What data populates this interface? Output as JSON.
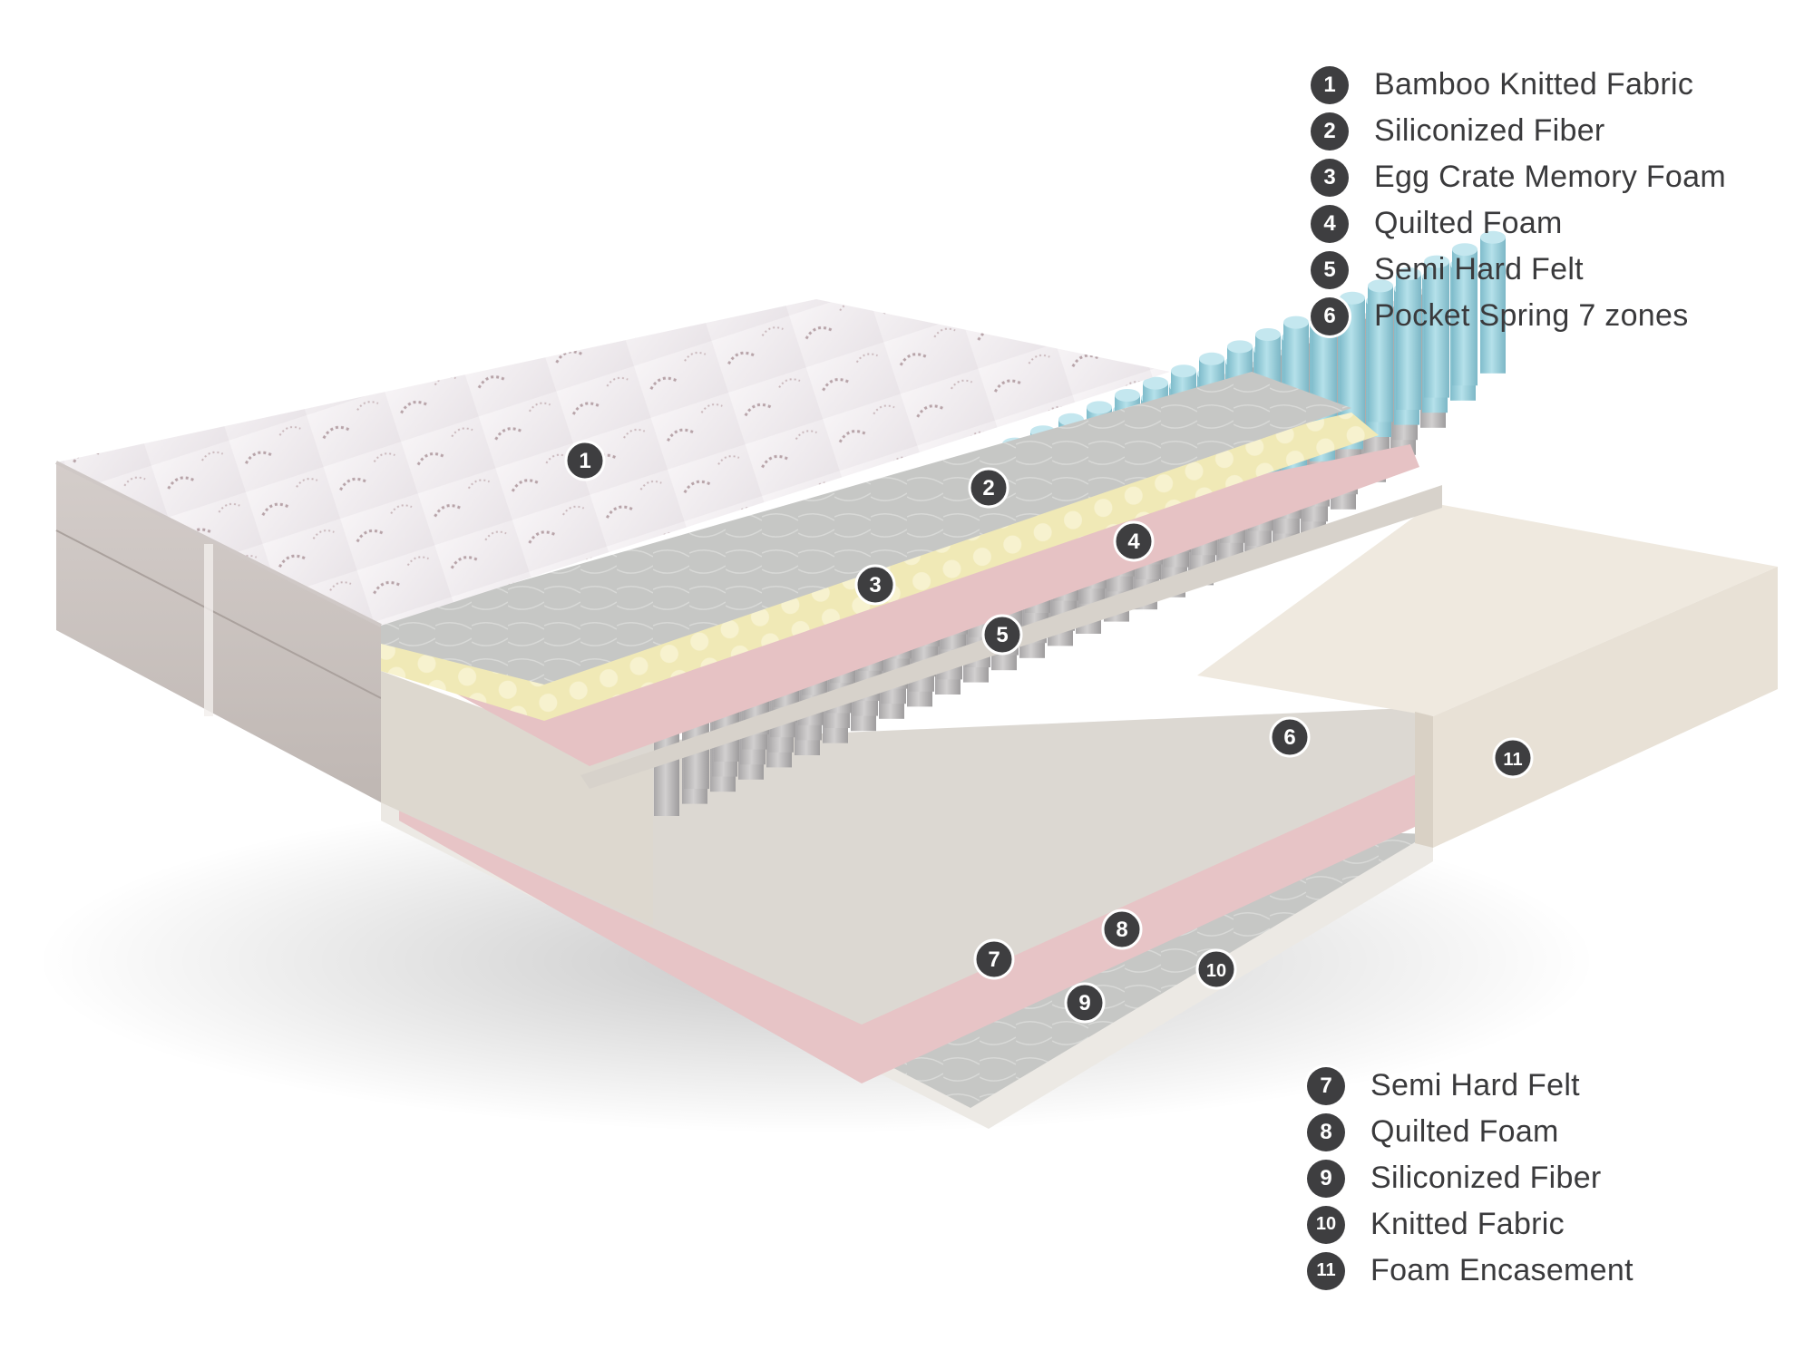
{
  "legend_top": [
    {
      "number": "1",
      "label": "Bamboo Knitted Fabric"
    },
    {
      "number": "2",
      "label": "Siliconized Fiber"
    },
    {
      "number": "3",
      "label": "Egg Crate Memory Foam"
    },
    {
      "number": "4",
      "label": "Quilted Foam"
    },
    {
      "number": "5",
      "label": "Semi Hard Felt"
    },
    {
      "number": "6",
      "label": "Pocket Spring 7 zones"
    }
  ],
  "legend_bottom": [
    {
      "number": "7",
      "label": "Semi Hard Felt"
    },
    {
      "number": "8",
      "label": "Quilted Foam"
    },
    {
      "number": "9",
      "label": "Siliconized Fiber"
    },
    {
      "number": "10",
      "label": "Knitted Fabric"
    },
    {
      "number": "11",
      "label": "Foam Encasement"
    }
  ],
  "callouts": [
    "1",
    "2",
    "3",
    "4",
    "5",
    "6",
    "7",
    "8",
    "9",
    "10",
    "11"
  ],
  "colors": {
    "badge": "#3e3e40",
    "bamboo_fabric": "#f2eef1",
    "siliconized_fiber": "#c8c9c7",
    "memory_foam": "#f1ebb9",
    "quilted_foam": "#e8c6c8",
    "felt": "#dcd9d3",
    "comfort_zone_springs": "#9fd3df",
    "springs": "#bdbbbb",
    "foam_encasement": "#ece6dc"
  }
}
